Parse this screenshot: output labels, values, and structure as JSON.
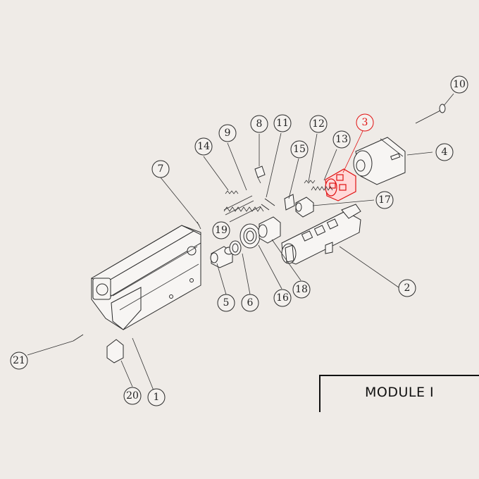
{
  "module": {
    "label": "MODULE I"
  },
  "highlight_color": "#e01010",
  "callouts": [
    {
      "id": "c1",
      "label": "1"
    },
    {
      "id": "c2",
      "label": "2"
    },
    {
      "id": "c3",
      "label": "3",
      "highlighted": true
    },
    {
      "id": "c4",
      "label": "4"
    },
    {
      "id": "c5",
      "label": "5"
    },
    {
      "id": "c6",
      "label": "6"
    },
    {
      "id": "c7",
      "label": "7"
    },
    {
      "id": "c8",
      "label": "8"
    },
    {
      "id": "c9",
      "label": "9"
    },
    {
      "id": "c10",
      "label": "10"
    },
    {
      "id": "c11",
      "label": "11"
    },
    {
      "id": "c12",
      "label": "12"
    },
    {
      "id": "c13",
      "label": "13"
    },
    {
      "id": "c14",
      "label": "14"
    },
    {
      "id": "c15",
      "label": "15"
    },
    {
      "id": "c16",
      "label": "16"
    },
    {
      "id": "c17",
      "label": "17"
    },
    {
      "id": "c18",
      "label": "18"
    },
    {
      "id": "c19",
      "label": "19"
    },
    {
      "id": "c20",
      "label": "20"
    },
    {
      "id": "c21",
      "label": "21"
    }
  ]
}
